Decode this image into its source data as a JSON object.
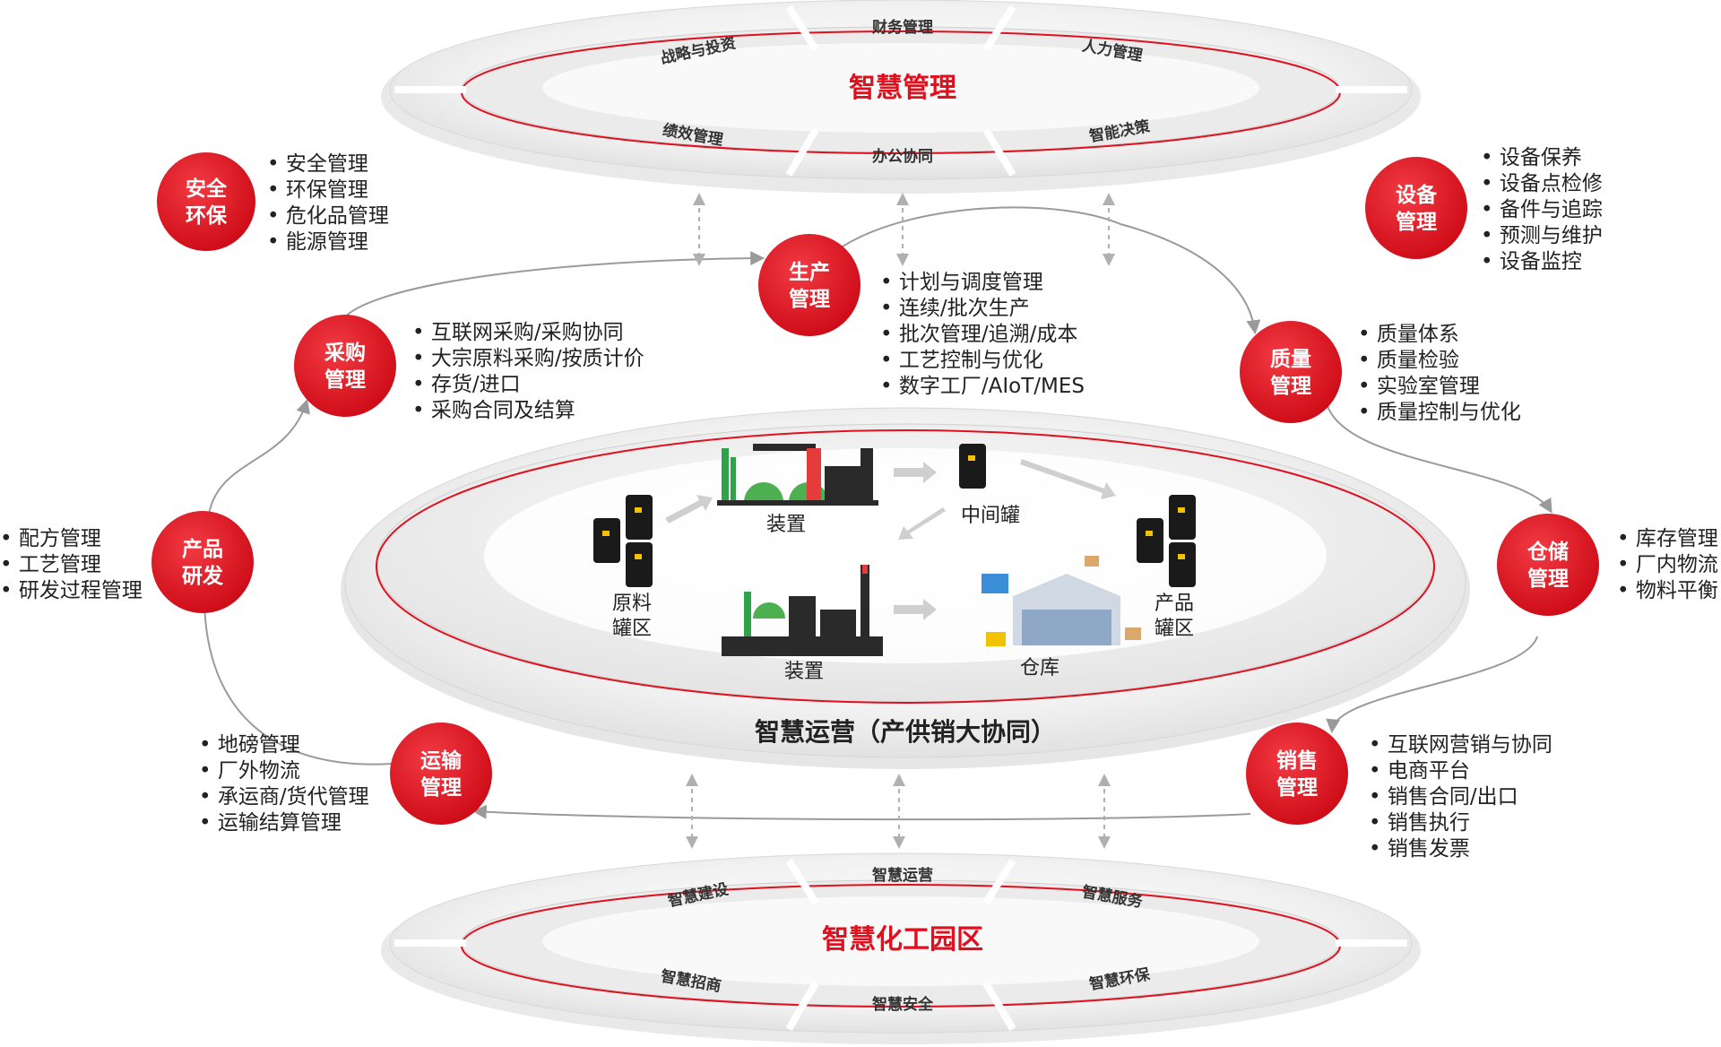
{
  "colors": {
    "accent": "#e0101e",
    "ring_line": "#e0101e",
    "arrow": "#9a9a9a",
    "text": "#222222"
  },
  "top_ring": {
    "title": "智慧管理",
    "segments": [
      "战略与投资",
      "财务管理",
      "人力管理",
      "绩效管理",
      "办公协同",
      "智能决策"
    ]
  },
  "bottom_ring": {
    "title": "智慧化工园区",
    "segments": [
      "智慧建设",
      "智慧运营",
      "智慧服务",
      "智慧招商",
      "智慧安全",
      "智慧环保"
    ]
  },
  "nodes": {
    "safety": {
      "line1": "安全",
      "line2": "环保",
      "items": [
        "安全管理",
        "环保管理",
        "危化品管理",
        "能源管理"
      ]
    },
    "production": {
      "line1": "生产",
      "line2": "管理",
      "items": [
        "计划与调度管理",
        "连续/批次生产",
        "批次管理/追溯/成本",
        "工艺控制与优化",
        "数字工厂/AIoT/MES"
      ]
    },
    "equipment": {
      "line1": "设备",
      "line2": "管理",
      "items": [
        "设备保养",
        "设备点检修",
        "备件与追踪",
        "预测与维护",
        "设备监控"
      ]
    },
    "procurement": {
      "line1": "采购",
      "line2": "管理",
      "items": [
        "互联网采购/采购协同",
        "大宗原料采购/按质计价",
        "存货/进口",
        "采购合同及结算"
      ]
    },
    "quality": {
      "line1": "质量",
      "line2": "管理",
      "items": [
        "质量体系",
        "质量检验",
        "实验室管理",
        "质量控制与优化"
      ]
    },
    "rnd": {
      "line1": "产品",
      "line2": "研发",
      "items": [
        "配方管理",
        "工艺管理",
        "研发过程管理"
      ]
    },
    "storage": {
      "line1": "仓储",
      "line2": "管理",
      "items": [
        "库存管理",
        "厂内物流",
        "物料平衡"
      ]
    },
    "transport": {
      "line1": "运输",
      "line2": "管理",
      "items": [
        "地磅管理",
        "厂外物流",
        "承运商/货代管理",
        "运输结算管理"
      ]
    },
    "sales": {
      "line1": "销售",
      "line2": "管理",
      "items": [
        "互联网营销与协同",
        "电商平台",
        "销售合同/出口",
        "销售执行",
        "销售发票"
      ]
    }
  },
  "center": {
    "title": "智慧运营（产供销大协同）",
    "raw_line1": "原料",
    "raw_line2": "罐区",
    "device1": "装置",
    "middle_tank": "中间罐",
    "device2": "装置",
    "warehouse": "仓库",
    "product_line1": "产品",
    "product_line2": "罐区"
  }
}
